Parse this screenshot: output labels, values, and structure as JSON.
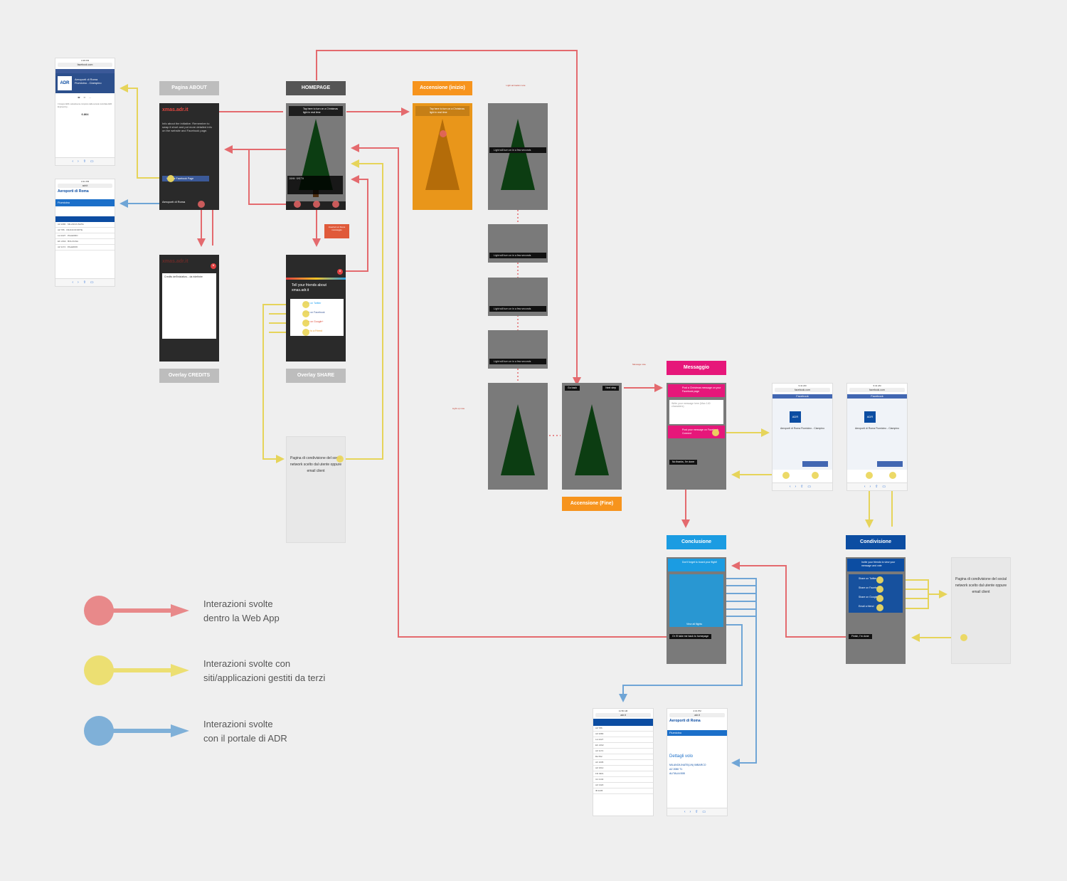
{
  "labels": {
    "about": "Pagina ABOUT",
    "homepage": "HOMEPAGE",
    "accensione_inizio": "Accensione (inizio)",
    "credits": "Overlay CREDITS",
    "share": "Overlay SHARE",
    "messaggio": "Messaggio",
    "accensione_fine": "Accensione (Fine)",
    "conclusione": "Conclusione",
    "condivisione": "Condivisione"
  },
  "phones": {
    "facebook_url": "facebook.com",
    "adr_url": "adr.it",
    "adr_brand": "Aeroporti di Roma",
    "adr_logo": "ADR",
    "fb_title": "Facebook",
    "fb_count": "6.864",
    "fb_company": "Aeroporti di Roma Fiumicino - Ciampino",
    "detail_title": "Dettagli volo",
    "detail_route": "MILANO/LINATE(LIN)",
    "detail_status": "IMBARCO",
    "detail_flight": "AZ 2080",
    "detail_airline": "ALITALIA",
    "detail_gate": "B08",
    "detail_terminal": "T1",
    "fiumicino": "Fiumicino"
  },
  "screens": {
    "xmas_logo": "xmas.adr.it",
    "home_caption": "Tap here to turn on a Christmas light in real time",
    "home_ticker": "JOHN SMITH",
    "fb_page_btn": "Visit our Facebook Page",
    "tell_friends": "Tell your friends about xmas.adr.it",
    "share_twitter": "Share on Twitter",
    "share_facebook": "Share on Facebook",
    "share_google": "Share on Google+",
    "share_friend": "Share to a Friend",
    "credits_title": "Credits dell'iniziativa... da ridefinire",
    "light_on": "Light will turn on in a few seconds",
    "go_back": "Go back",
    "next_step": "Next step",
    "msg_header": "Post a Christmas message on your Facebook page",
    "msg_placeholder": "Write your message here (Max 140 characters)",
    "msg_post": "Post your message on Facebook Connect",
    "no_thanks": "No thanks, I'm done",
    "conclusion_header": "Don't forget to board your flight!",
    "back_home": "Or I'll take me back to homepage",
    "invite_friends": "Invite your friends to view your message and vote",
    "share_on_twitter": "Share on Twitter",
    "share_on_facebook": "Share on Facebook",
    "share_on_google": "Share on Google+",
    "email_friend": "Email a friend",
    "finish": "Finish, I'm done",
    "view_flights": "View all flights"
  },
  "notes": {
    "social_condition": "Pagina di condivisione del social network scelto dal utente oppure email client",
    "share_red_note": "Inserisci un breve messaggio"
  },
  "legend": [
    {
      "text_1": "Interazioni svolte",
      "text_2": "dentro la Web App",
      "color": "#e8898a"
    },
    {
      "text_1": "Interazioni svolte con",
      "text_2": "siti/applicazioni gestiti da terzi",
      "color": "#ecdf72"
    },
    {
      "text_1": "Interazioni svolte",
      "text_2": "con il portale di ADR",
      "color": "#7fb0d8"
    }
  ],
  "colors": {
    "red": "#e46a6e",
    "yellow": "#ecdf72",
    "blue": "#6fa5d6",
    "orange": "#f7941d",
    "pink": "#e6177a"
  }
}
